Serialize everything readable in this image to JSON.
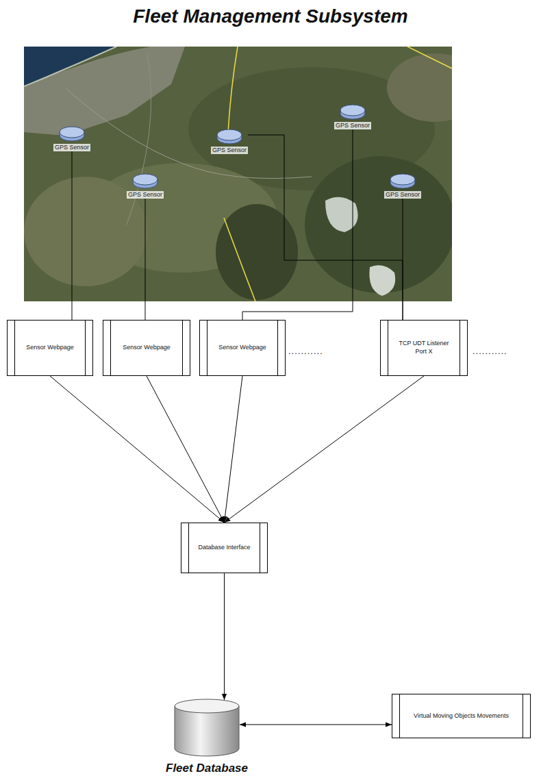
{
  "diagram": {
    "title": "Fleet Management Subsystem",
    "nodes": [
      {
        "text": [
          "GPS Sensor"
        ]
      },
      {
        "text": [
          "GPS Sensor"
        ]
      },
      {
        "text": [
          "GPS Sensor"
        ]
      },
      {
        "text": [
          "GPS Sensor"
        ]
      },
      {
        "text": [
          "GPS Sensor"
        ]
      },
      {
        "text": [
          "Sensor Webpage"
        ]
      },
      {
        "text": [
          "Sensor Webpage"
        ]
      },
      {
        "text": [
          "Sensor Webpage"
        ]
      },
      {
        "text": [
          "TCP UDT Listener Port X"
        ]
      },
      {
        "text": [
          "Database Interface"
        ]
      },
      {
        "text": [
          "Fleet Database"
        ]
      },
      {
        "text": [
          "Virtual Moving Objects Movements"
        ]
      }
    ],
    "edges": [
      {
        "from": 0,
        "to": 7,
        "arrow": "none"
      },
      {
        "from": 1,
        "to": 5,
        "arrow": "none"
      },
      {
        "from": 2,
        "to": 8,
        "arrow": "none"
      },
      {
        "from": 3,
        "to": 6,
        "arrow": "none"
      },
      {
        "from": 4,
        "to": 8,
        "arrow": "none"
      },
      {
        "from": 5,
        "to": 9,
        "arrow": "to"
      },
      {
        "from": 6,
        "to": 9,
        "arrow": "to"
      },
      {
        "from": 7,
        "to": 9,
        "arrow": "to"
      },
      {
        "from": 8,
        "to": 9,
        "arrow": "to"
      },
      {
        "from": 9,
        "to": 10,
        "arrow": "to"
      },
      {
        "from": 10,
        "to": 11,
        "arrow": "both"
      }
    ],
    "labels": [
      "...........",
      "..........."
    ]
  }
}
